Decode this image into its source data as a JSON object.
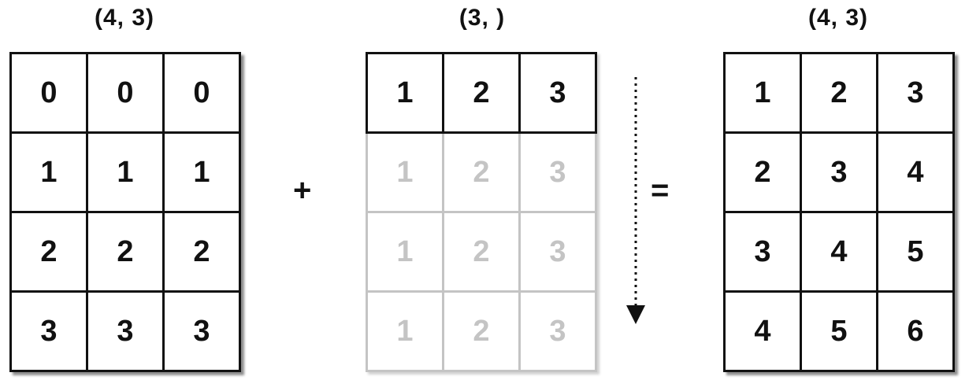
{
  "left": {
    "shape": "(4, 3)",
    "rows": [
      [
        "0",
        "0",
        "0"
      ],
      [
        "1",
        "1",
        "1"
      ],
      [
        "2",
        "2",
        "2"
      ],
      [
        "3",
        "3",
        "3"
      ]
    ]
  },
  "middle": {
    "shape": "(3,  )",
    "rows": [
      [
        "1",
        "2",
        "3"
      ],
      [
        "1",
        "2",
        "3"
      ],
      [
        "1",
        "2",
        "3"
      ],
      [
        "1",
        "2",
        "3"
      ]
    ]
  },
  "right": {
    "shape": "(4, 3)",
    "rows": [
      [
        "1",
        "2",
        "3"
      ],
      [
        "2",
        "3",
        "4"
      ],
      [
        "3",
        "4",
        "5"
      ],
      [
        "4",
        "5",
        "6"
      ]
    ]
  },
  "operators": {
    "plus": "+",
    "equals": "="
  },
  "colors": {
    "ink": "#111111",
    "ghost": "#c4c4c4"
  },
  "icons": {
    "broadcast_arrow": "dotted-down-arrow-icon"
  }
}
